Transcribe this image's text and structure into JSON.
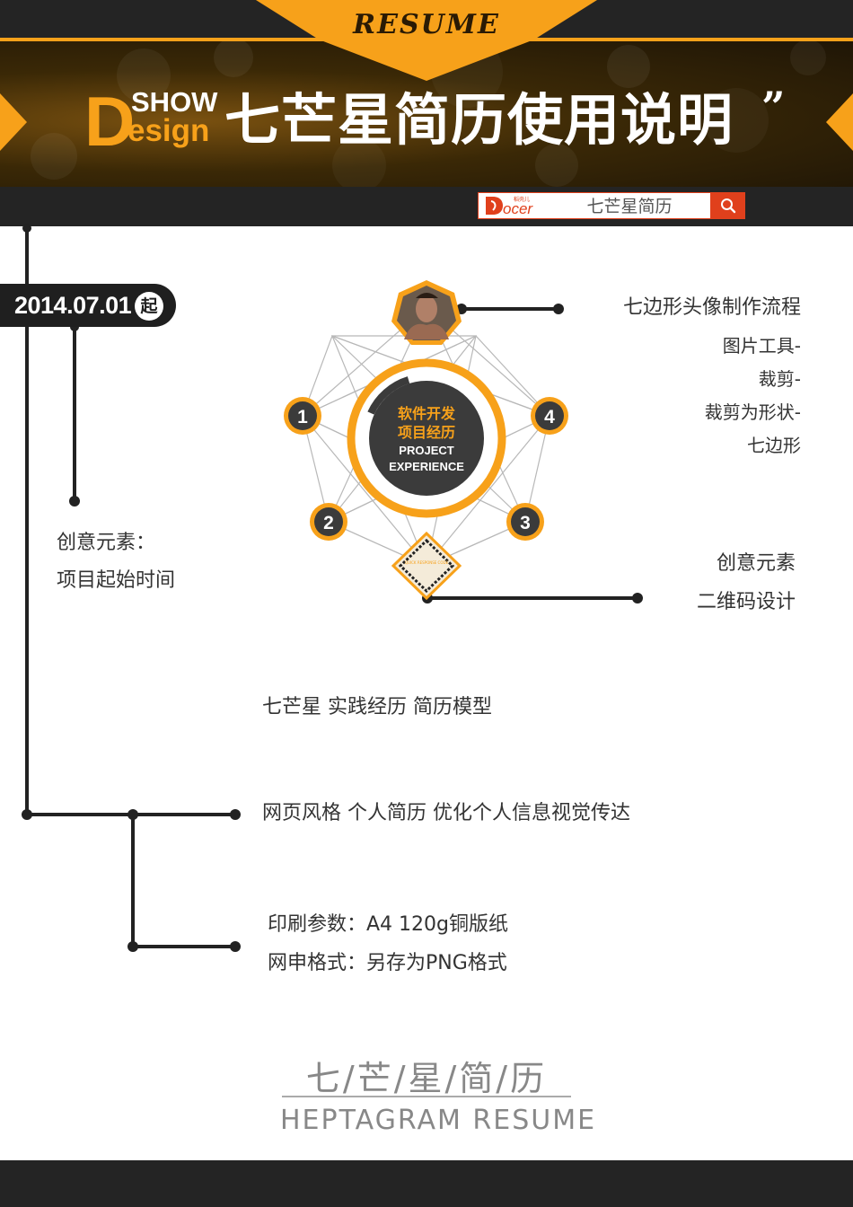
{
  "header": {
    "resume_word": "RESUME",
    "logo_d": "D",
    "logo_show": "SHOW",
    "logo_esign": "esign",
    "title": "七芒星简历使用说明",
    "quote": "”"
  },
  "search": {
    "logo": "Docer",
    "logo_small": "稻壳儿",
    "text": "七芒星简历",
    "button_icon": "search-icon"
  },
  "timeline": {
    "date": "2014.07.01",
    "start_badge": "起"
  },
  "diagram": {
    "center_cn_line1": "软件开发",
    "center_cn_line2": "项目经历",
    "center_en_line1": "PROJECT",
    "center_en_line2": "EXPERIENCE",
    "nodes": [
      "1",
      "2",
      "3",
      "4"
    ],
    "qr_tiny_text": "QUICK RESPONSE CODE"
  },
  "notes": {
    "avatar_flow_title": "七边形头像制作流程",
    "avatar_flow_steps": [
      "图片工具-",
      "裁剪-",
      "裁剪为形状-",
      "七边形"
    ],
    "start_time_line1": "创意元素：",
    "start_time_line2": "项目起始时间",
    "qr_line1": "创意元素",
    "qr_line2": "二维码设计",
    "model": "七芒星  实践经历 简历模型",
    "web_style": "网页风格 个人简历  优化个人信息视觉传达",
    "print_line1": "印刷参数：A4 120g铜版纸",
    "print_line2": "网申格式：另存为PNG格式"
  },
  "footer": {
    "cn": "七/芒/星/简/历",
    "en": "HEPTAGRAM  RESUME"
  },
  "colors": {
    "accent": "#f7a11a",
    "dark": "#242424",
    "search_red": "#e0401c"
  }
}
